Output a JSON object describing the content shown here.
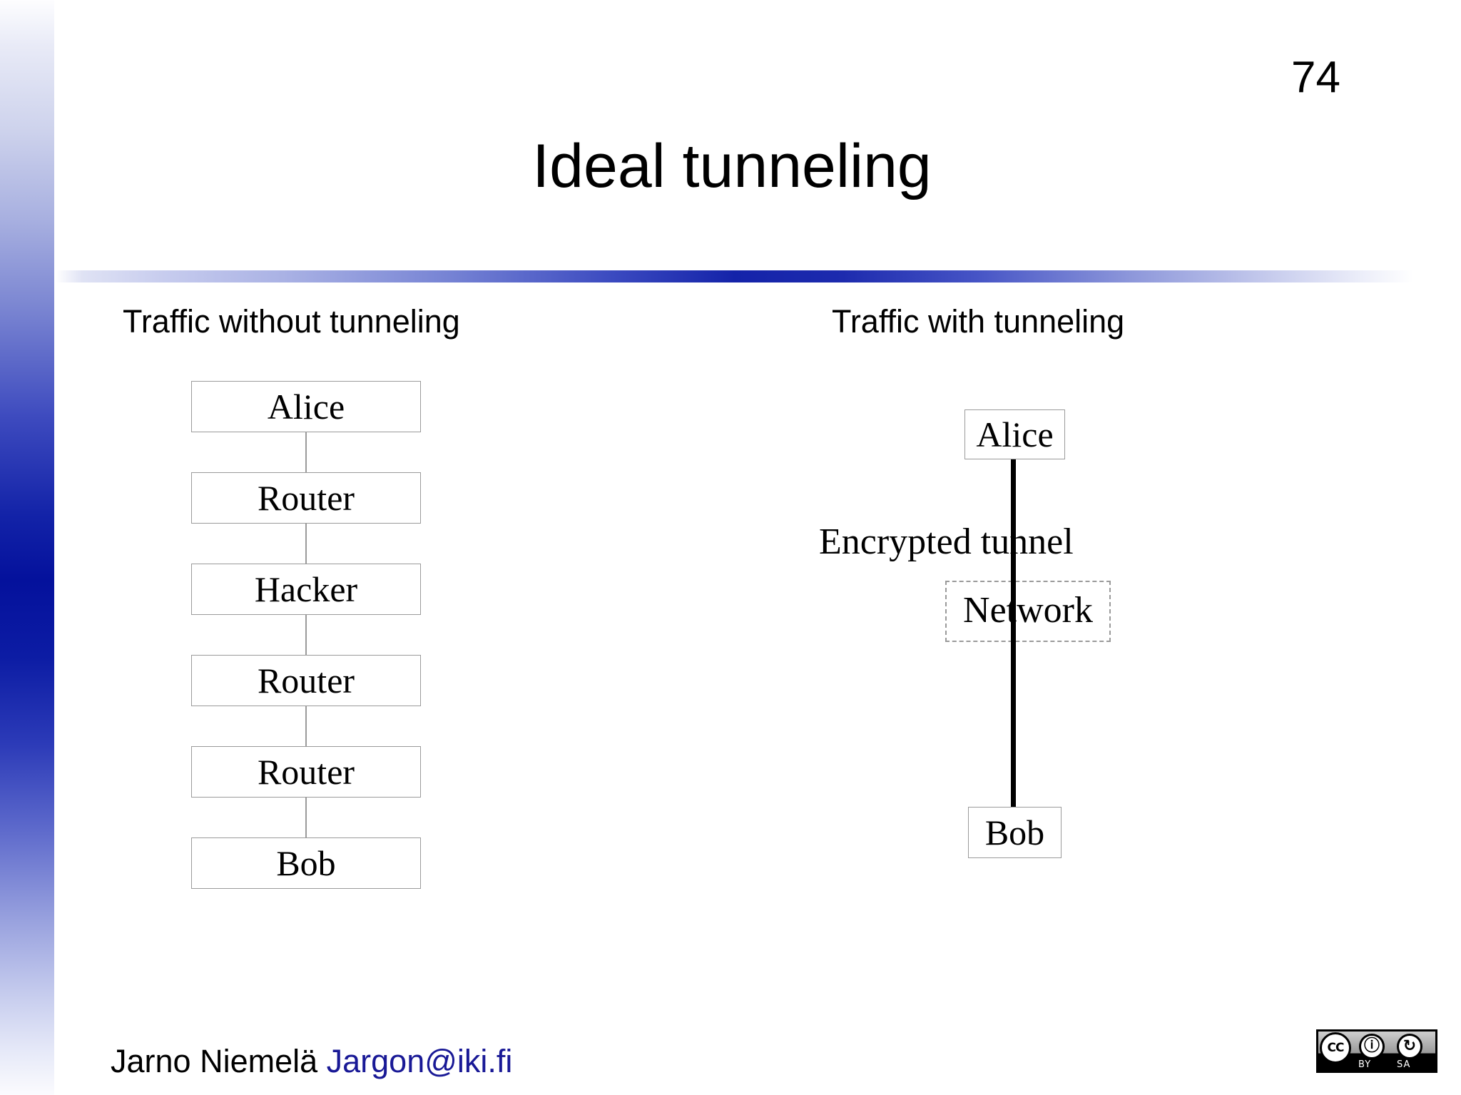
{
  "slide": {
    "page_number": "74",
    "title": "Ideal tunneling",
    "accent_color": "#04119c",
    "link_color": "#191996",
    "box_border_color": "#9a9a9a"
  },
  "left_column": {
    "heading": "Traffic without tunneling",
    "nodes": [
      {
        "label": "Alice"
      },
      {
        "label": "Router"
      },
      {
        "label": "Hacker"
      },
      {
        "label": "Router"
      },
      {
        "label": "Router"
      },
      {
        "label": "Bob"
      }
    ]
  },
  "right_column": {
    "heading": "Traffic with tunneling",
    "endpoint_top": "Alice",
    "endpoint_bottom": "Bob",
    "tunnel_label": "Encrypted tunnel",
    "network_label": "Network"
  },
  "footer": {
    "author": "Jarno Niemelä ",
    "email": "Jargon@iki.fi"
  },
  "license_badge": {
    "cc_mark": "CC",
    "by_glyph": "ⓘ",
    "sa_glyph": "↻",
    "by_label": "BY",
    "sa_label": "SA"
  }
}
